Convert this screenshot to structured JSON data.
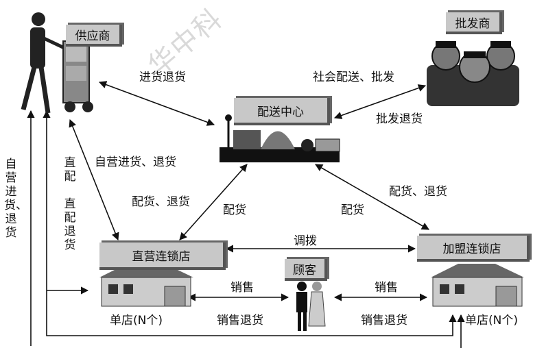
{
  "nodes": {
    "supplier": "供应商",
    "wholesaler": "批发商",
    "distribution_center": "配送中心",
    "direct_store": "直营连锁店",
    "franchise_store": "加盟连锁店",
    "customer": "顾客"
  },
  "edges": {
    "supplier_dc": "进货退货",
    "dc_wholesaler_top": "社会配送、批发",
    "dc_wholesaler_bottom": "批发退货",
    "direct_supplier": "自营进货、退货",
    "direct_label_1": "直配",
    "direct_label_2": "直配退货",
    "dc_direct_left": "配货、退货",
    "dc_direct_right": "配货",
    "dc_franchise_left": "配货",
    "dc_franchise_right": "配货、退货",
    "transfer": "调拨",
    "sales_left": "销售",
    "sales_right": "销售",
    "sales_return_left": "销售退货",
    "sales_return_right": "销售退货",
    "left_vertical": "自营进货、退货"
  },
  "stores": {
    "direct_count": "单店(N个)",
    "franchise_count": "单店(N个)"
  },
  "watermark": "华中科"
}
